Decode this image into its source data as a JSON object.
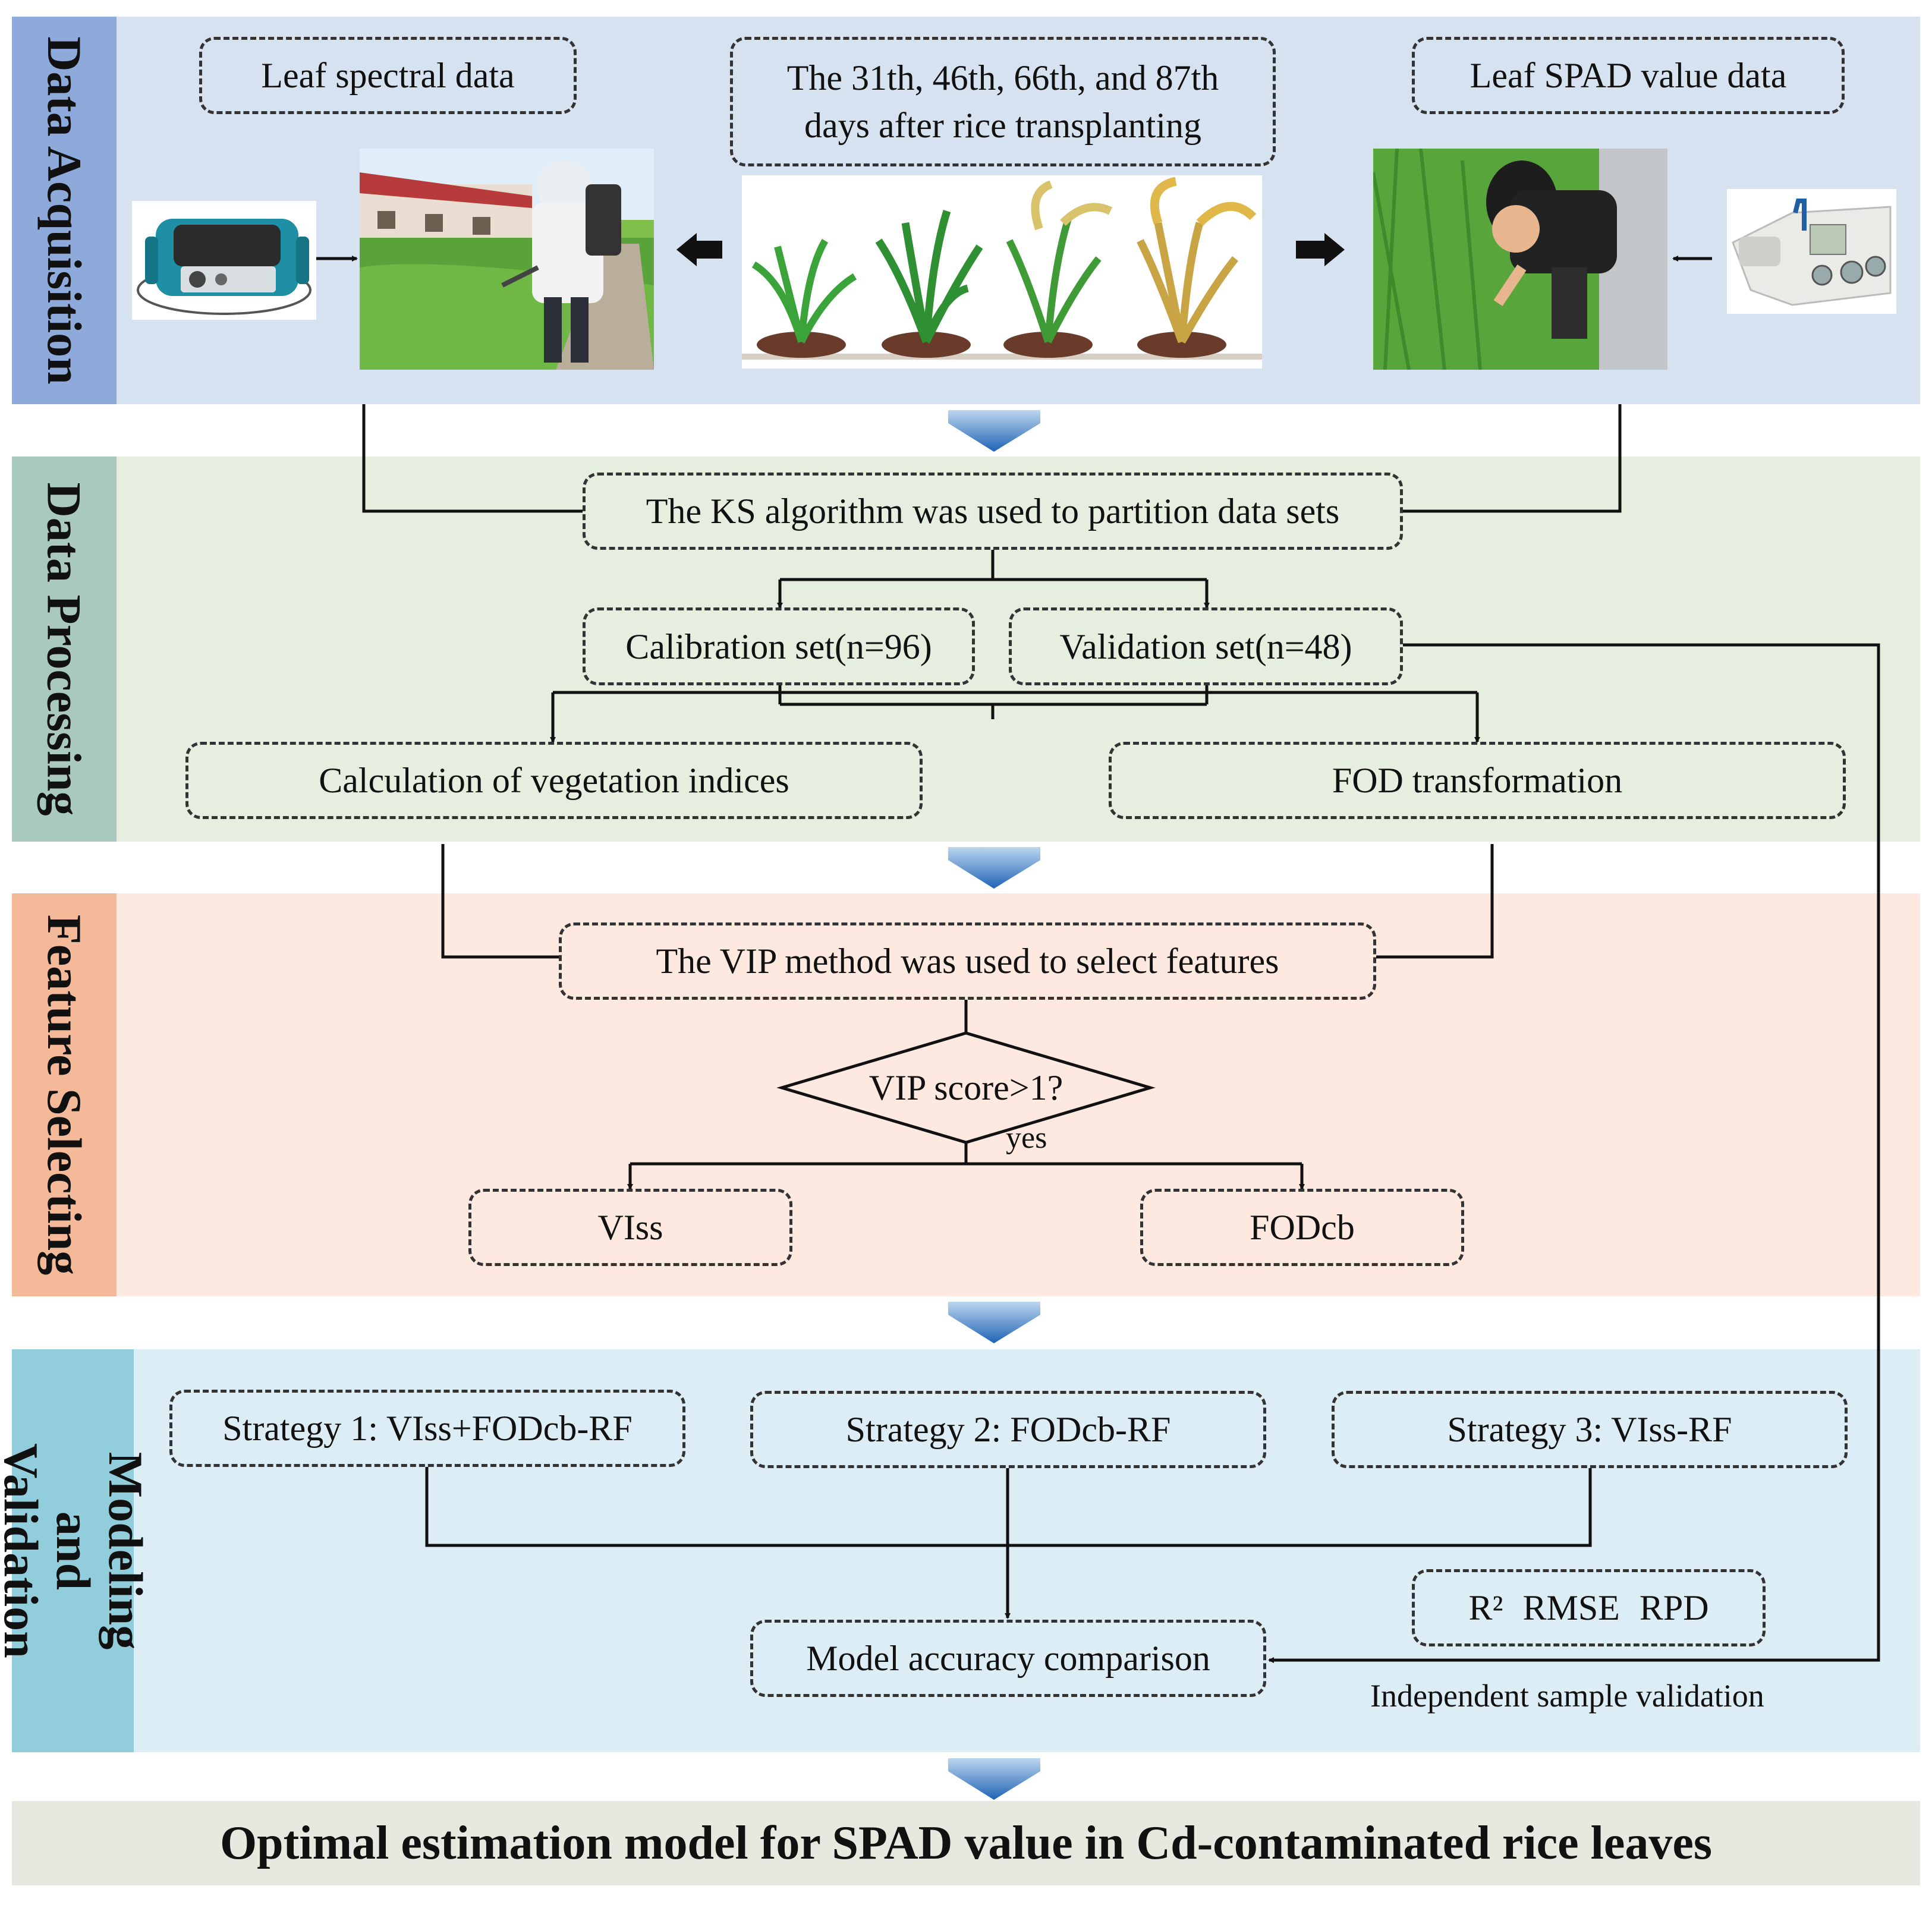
{
  "stages": [
    {
      "label": "Data Acquisition",
      "bg": "#d7e2f1",
      "label_bg": "#8eaadb"
    },
    {
      "label": "Data Processing",
      "bg": "#e6eedf",
      "label_bg": "#a9c9bf"
    },
    {
      "label": "Feature Selecting",
      "bg": "#fde9df",
      "label_bg": "#f4b998"
    },
    {
      "label": "Modeling and Validation",
      "bg": "#ddedf5",
      "label_bg": "#92cddc"
    }
  ],
  "acquisition": {
    "leaf_spectral": "Leaf spectral data",
    "days_line1": "The 31th, 46th, 66th, and 87th",
    "days_line2": "days after rice transplanting",
    "leaf_spad": "Leaf SPAD value data"
  },
  "processing": {
    "ks": "The KS algorithm was used to partition data sets",
    "calibration": "Calibration set(n=96)",
    "validation": "Validation set(n=48)",
    "vegetation": "Calculation of vegetation indices",
    "fod": "FOD transformation"
  },
  "feature": {
    "vip": "The VIP method was used to select features",
    "decision": "VIP score>1?",
    "yes": "yes",
    "viss": "VIss",
    "fodcb": "FODcb"
  },
  "modeling": {
    "strategy1": "Strategy 1: VIss+FODcb-RF",
    "strategy2": "Strategy 2: FODcb-RF",
    "strategy3": "Strategy 3: VIss-RF",
    "metrics": "R² RMSE RPD",
    "comparison": "Model accuracy comparison",
    "independent": "Independent sample validation"
  },
  "result": "Optimal estimation model for SPAD value in Cd-contaminated rice leaves",
  "colors": {
    "stage_arrow": "#2e75b6",
    "line": "#111111",
    "final_bg": "#e7e8e0"
  },
  "icons": [
    "spectroradiometer-icon",
    "field-photo-spectral",
    "rice-growth-stages",
    "field-photo-spad",
    "spad-meter-icon"
  ]
}
